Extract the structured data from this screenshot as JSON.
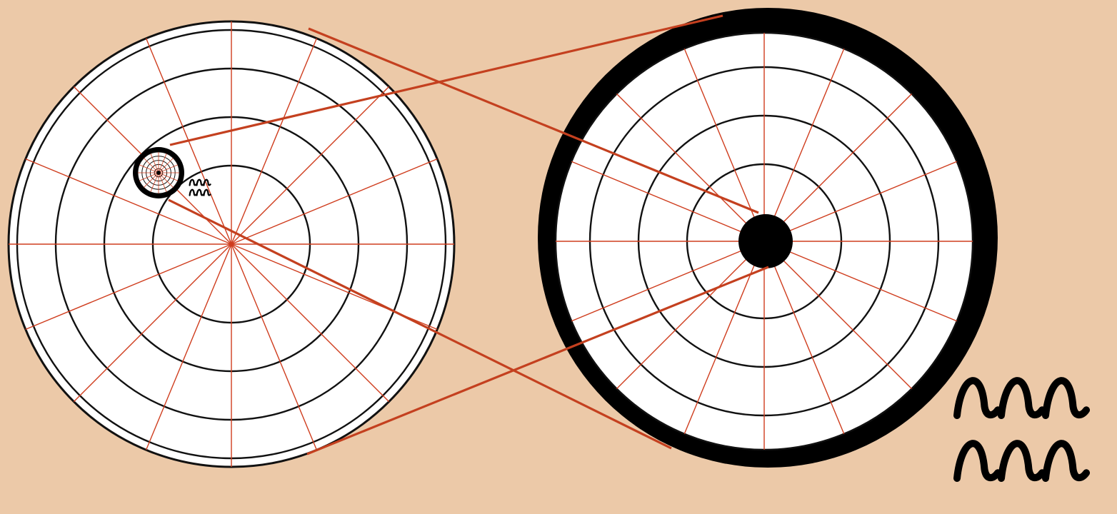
{
  "colors": {
    "background": "#ecc9a8",
    "disc_fill": "#ffffff",
    "ring_stroke": "#111111",
    "spoke_red": "#cf3d1e",
    "beam_red": "#c4401f",
    "black": "#000000"
  },
  "figure": {
    "left_disc": {
      "rings": 4,
      "spokes": 16,
      "inset_target": {
        "rings": 5,
        "spokes": 16
      }
    },
    "right_disc": {
      "rings": 4,
      "spokes": 16,
      "center_dot": true,
      "thick_rim": true
    },
    "symbol": "aquarius-waves-icon"
  }
}
